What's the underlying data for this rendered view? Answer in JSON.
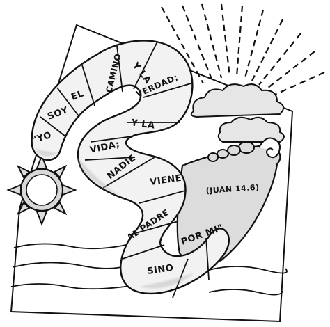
{
  "words": [
    {
      "id": "yo",
      "text": "\"YO"
    },
    {
      "id": "soy",
      "text": "SOY"
    },
    {
      "id": "el",
      "text": "EL"
    },
    {
      "id": "camino",
      "text": "CAMINO"
    },
    {
      "id": "y-la-1",
      "text": "Y LA"
    },
    {
      "id": "verdad",
      "text": "VERDAD;"
    },
    {
      "id": "y-la-2",
      "text": "Y LA"
    },
    {
      "id": "vida",
      "text": "VIDA;"
    },
    {
      "id": "nadie",
      "text": "NADIE"
    },
    {
      "id": "viene",
      "text": "VIENE"
    },
    {
      "id": "al-padre",
      "text": "AL PADRE"
    },
    {
      "id": "sino",
      "text": "SINO"
    },
    {
      "id": "por-mi",
      "text": "POR MI\""
    },
    {
      "id": "reference",
      "text": "(JUAN 14.6)"
    }
  ],
  "colors": {
    "ink": "#111111",
    "shade": "#9a9a9a",
    "paper": "#ffffff",
    "segment_fill": "#f2f2f2"
  },
  "icons": [
    "sun-icon",
    "cloud-icon",
    "foot-icon",
    "sun-rays-icon",
    "waves-icon"
  ]
}
